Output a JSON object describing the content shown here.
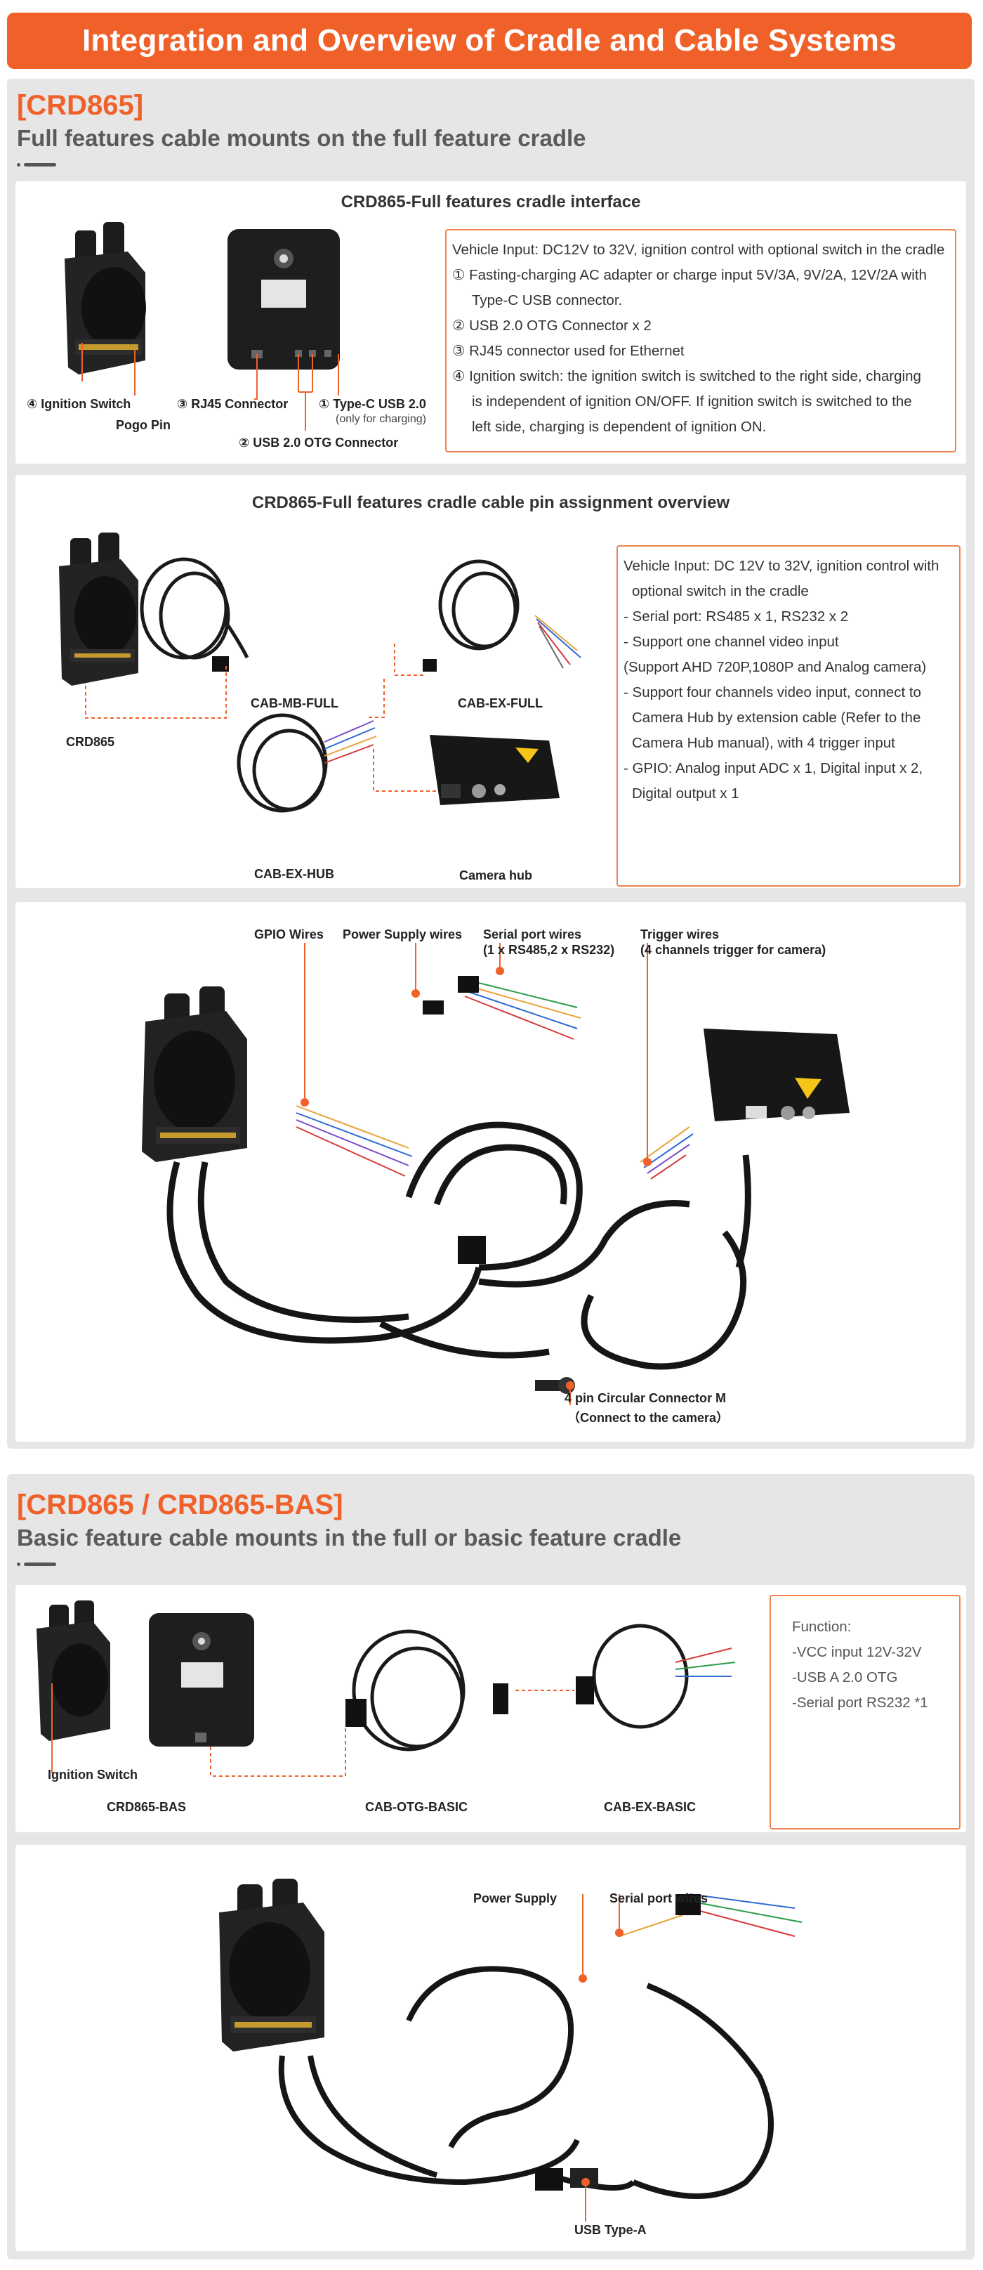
{
  "header": {
    "title": "Integration and Overview of Cradle and Cable Systems"
  },
  "section1": {
    "code": "[CRD865]",
    "subtitle": "Full features cable mounts on the full feature cradle",
    "interface": {
      "title": "CRD865-Full features cradle interface",
      "labels": {
        "ignition": "④ Ignition Switch",
        "pogo": "Pogo Pin",
        "rj45": "③ RJ45 Connector",
        "typec": "① Type-C USB 2.0",
        "typec_note": "(only for charging)",
        "usb_otg": "② USB 2.0 OTG Connector"
      },
      "info": [
        "Vehicle Input: DC12V to 32V, ignition control with optional switch in the cradle",
        "① Fasting-charging AC adapter or charge input 5V/3A, 9V/2A, 12V/2A with",
        "Type-C USB connector.",
        "② USB 2.0 OTG Connector x 2",
        "③ RJ45 connector used for Ethernet",
        "④ Ignition switch: the ignition switch is switched to the right side, charging",
        "is independent of ignition ON/OFF. If ignition switch is switched to the",
        "left side, charging is dependent of ignition ON."
      ]
    },
    "pin": {
      "title": "CRD865-Full features cradle cable pin assignment overview",
      "labels": {
        "crd865": "CRD865",
        "cab_mb_full": "CAB-MB-FULL",
        "cab_ex_full": "CAB-EX-FULL",
        "cab_ex_hub": "CAB-EX-HUB",
        "camera_hub": "Camera hub"
      },
      "info": [
        "Vehicle Input: DC 12V to 32V, ignition control with",
        "optional switch in the cradle",
        "- Serial port: RS485 x 1, RS232 x 2",
        "- Support one channel video input",
        "(Support AHD 720P,1080P and Analog camera)",
        "- Support four channels video input, connect to",
        "Camera  Hub by extension cable (Refer to the",
        "Camera Hub manual), with 4 trigger input",
        "- GPIO: Analog input ADC x 1, Digital input x 2,",
        "Digital output x 1"
      ]
    },
    "wiring": {
      "gpio": "GPIO Wires",
      "power": "Power Supply wires",
      "serial": "Serial port wires",
      "serial_note": "(1 x RS485,2 x RS232)",
      "trigger": "Trigger wires",
      "trigger_note": "(4 channels trigger for camera)",
      "circular": "4 pin Circular Connector M",
      "circular_note": "（Connect to the camera）"
    }
  },
  "section2": {
    "code": "[CRD865 / CRD865-BAS]",
    "subtitle": "Basic feature cable mounts in the full or basic feature cradle",
    "basic": {
      "labels": {
        "ignition": "Ignition Switch",
        "crd865_bas": "CRD865-BAS",
        "cab_otg_basic": "CAB-OTG-BASIC",
        "cab_ex_basic": "CAB-EX-BASIC"
      },
      "info": [
        "Function:",
        "-VCC input 12V-32V",
        "-USB A 2.0 OTG",
        "-Serial port RS232 *1"
      ]
    },
    "wiring": {
      "power": "Power Supply",
      "serial": "Serial port wires",
      "usb": "USB Type-A"
    }
  },
  "colors": {
    "accent": "#f0612a",
    "panel_bg": "#e6e6e6",
    "box_border": "#f0834f"
  },
  "icons": [
    "cradle-image",
    "cable-image",
    "camera-hub-image",
    "connector-image"
  ]
}
